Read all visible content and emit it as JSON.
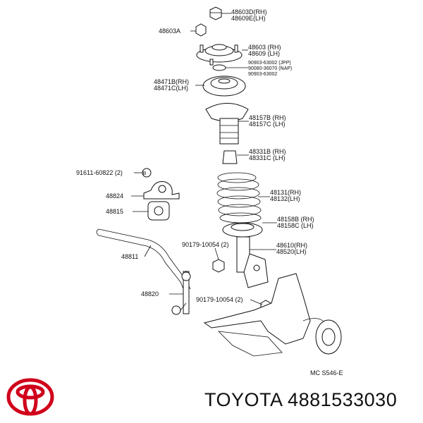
{
  "parts": [
    {
      "id": "p1",
      "lines": [
        "48603D(RH)",
        "48609E(LH)"
      ]
    },
    {
      "id": "p2",
      "lines": [
        "48603A"
      ]
    },
    {
      "id": "p3",
      "lines": [
        "48603 (RH)",
        "48609 (LH)"
      ]
    },
    {
      "id": "p4",
      "lines": [
        "90903-63002 (JPP)",
        "90080-36070 (NAP)",
        "90903-63002"
      ]
    },
    {
      "id": "p5",
      "lines": [
        "48471B(RH)",
        "48471C(LH)"
      ]
    },
    {
      "id": "p6",
      "lines": [
        "48157B (RH)",
        "48157C (LH)"
      ]
    },
    {
      "id": "p7",
      "lines": [
        "48331B (RH)",
        "48331C (LH)"
      ]
    },
    {
      "id": "p8",
      "lines": [
        "91611-60822 (2)"
      ]
    },
    {
      "id": "p9",
      "lines": [
        "48824"
      ]
    },
    {
      "id": "p10",
      "lines": [
        "48131(RH)",
        "48132(LH)"
      ]
    },
    {
      "id": "p11",
      "lines": [
        "48815"
      ]
    },
    {
      "id": "p12",
      "lines": [
        "48158B (RH)",
        "48158C (LH)"
      ]
    },
    {
      "id": "p13",
      "lines": [
        "90179-10054 (2)"
      ]
    },
    {
      "id": "p14",
      "lines": [
        "48610(RH)",
        "48520(LH)"
      ]
    },
    {
      "id": "p15",
      "lines": [
        "48811"
      ]
    },
    {
      "id": "p16",
      "lines": [
        "48820"
      ]
    },
    {
      "id": "p17",
      "lines": [
        "90179-10054 (2)"
      ]
    }
  ],
  "marker": "B",
  "diagram_code": "MC S546-E",
  "footer": {
    "brand": "TOYOTA",
    "part_number": "4881533030"
  },
  "colors": {
    "logo": "#d0021b",
    "ink": "#111111"
  }
}
